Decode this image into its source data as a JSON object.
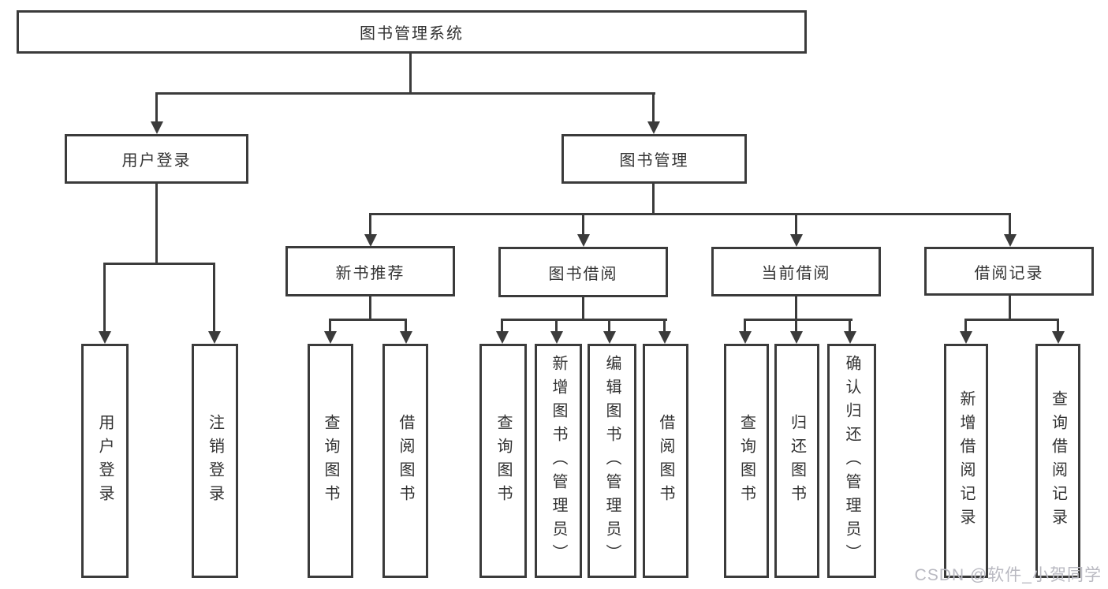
{
  "diagram": {
    "title": "图书管理系统",
    "type": "hierarchy-tree",
    "colors": {
      "line": "#3b3b3b",
      "text": "#333333",
      "background": "#ffffff",
      "watermark": "#b9b9c1"
    },
    "nodes": {
      "root": {
        "label": "图书管理系统"
      },
      "userLogin": {
        "label": "用户登录"
      },
      "bookManagement": {
        "label": "图书管理"
      },
      "newBookRecommend": {
        "label": "新书推荐"
      },
      "bookBorrow": {
        "label": "图书借阅"
      },
      "currentBorrow": {
        "label": "当前借阅"
      },
      "borrowRecord": {
        "label": "借阅记录"
      },
      "leafUserLogin": {
        "label": "用户登录"
      },
      "leafLogout": {
        "label": "注销登录"
      },
      "nbQueryBook": {
        "label": "查询图书"
      },
      "nbBorrowBook": {
        "label": "借阅图书"
      },
      "bbQueryBook": {
        "label": "查询图书"
      },
      "bbAddBook": {
        "label": "新增图书（管理员）"
      },
      "bbEditBook": {
        "label": "编辑图书（管理员）"
      },
      "bbBorrowBook": {
        "label": "借阅图书"
      },
      "cbQueryBook": {
        "label": "查询图书"
      },
      "cbReturnBook": {
        "label": "归还图书"
      },
      "cbConfirmReturn": {
        "label": "确认归还（管理员）"
      },
      "brAddRecord": {
        "label": "新增借阅记录"
      },
      "brQueryRecord": {
        "label": "查询借阅记录"
      }
    },
    "hierarchy": [
      {
        "parent": "图书管理系统",
        "children": [
          "用户登录",
          "图书管理"
        ]
      },
      {
        "parent": "用户登录",
        "children": [
          "用户登录",
          "注销登录"
        ]
      },
      {
        "parent": "图书管理",
        "children": [
          "新书推荐",
          "图书借阅",
          "当前借阅",
          "借阅记录"
        ]
      },
      {
        "parent": "新书推荐",
        "children": [
          "查询图书",
          "借阅图书"
        ]
      },
      {
        "parent": "图书借阅",
        "children": [
          "查询图书",
          "新增图书（管理员）",
          "编辑图书（管理员）",
          "借阅图书"
        ]
      },
      {
        "parent": "当前借阅",
        "children": [
          "查询图书",
          "归还图书",
          "确认归还（管理员）"
        ]
      },
      {
        "parent": "借阅记录",
        "children": [
          "新增借阅记录",
          "查询借阅记录"
        ]
      }
    ],
    "watermark": {
      "text": "CSDN @软件_小贺同学"
    }
  }
}
